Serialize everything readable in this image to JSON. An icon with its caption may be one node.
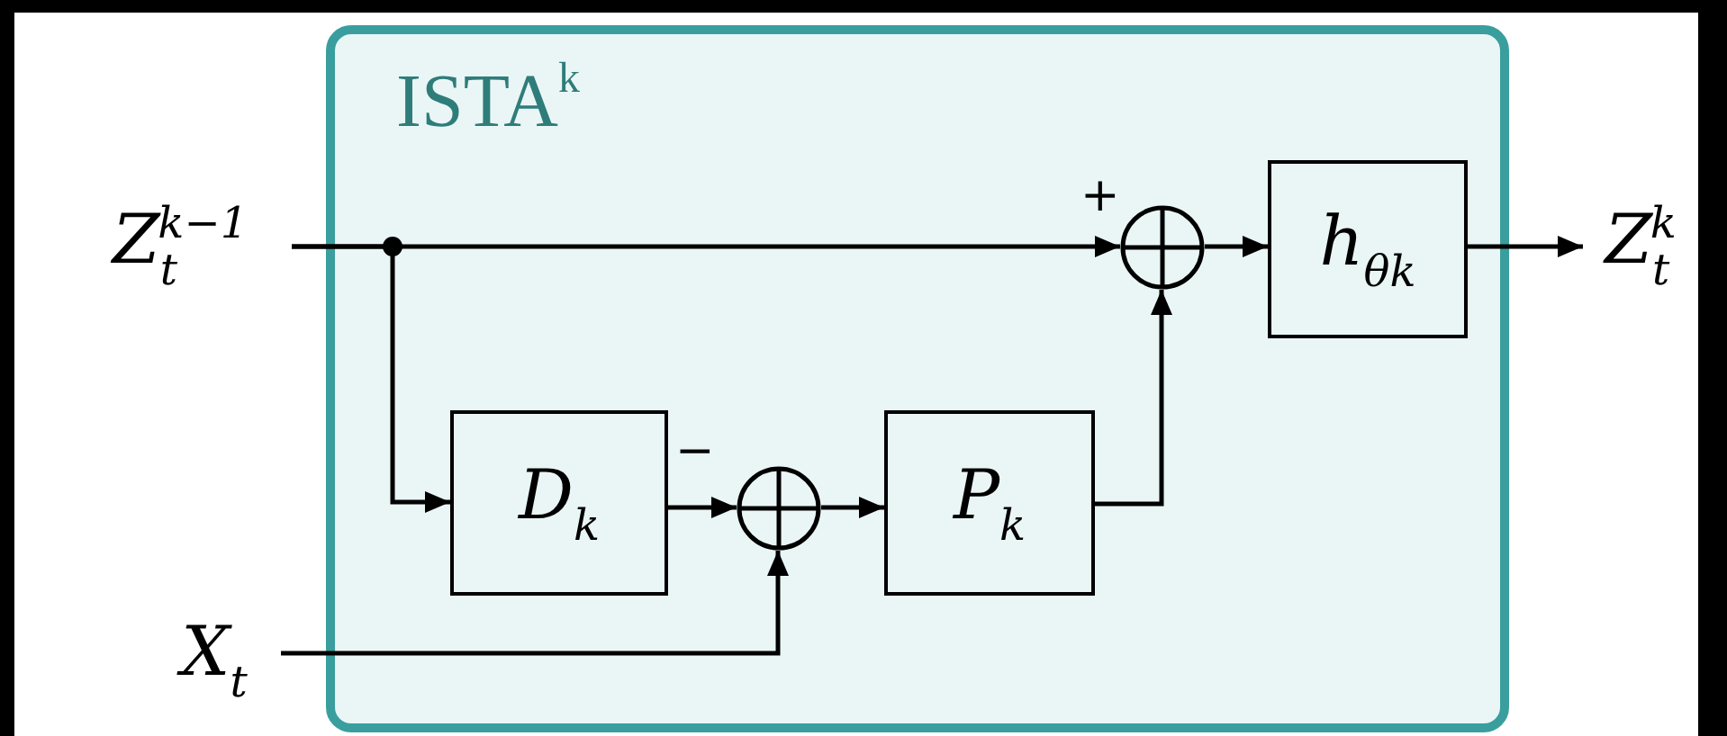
{
  "diagram": {
    "nodes": [
      {
        "text": [
          "ISTA$^{k}$"
        ]
      },
      {
        "text": [
          "Z$_{t}$$^{k−1}$"
        ]
      },
      {
        "text": [],
        "shape": "circle",
        "in": 0
      },
      {
        "text": [
          "h$_{θ}$$_{k}$"
        ],
        "in": 0
      },
      {
        "text": [
          "Z$_{t}$$^{k}$"
        ]
      },
      {
        "text": [
          "D$_{k}$"
        ],
        "in": 0
      },
      {
        "text": [],
        "shape": "circle",
        "in": 0
      },
      {
        "text": [
          "P$_{k}$"
        ],
        "in": 0
      },
      {
        "text": [
          "X$_{t}$"
        ]
      }
    ],
    "edges": [
      {
        "from": 1,
        "to": 2,
        "arrow": "to"
      },
      {
        "from": 1,
        "to": 5,
        "arrow": "to"
      },
      {
        "from": 2,
        "to": 3,
        "arrow": "to"
      },
      {
        "from": 3,
        "to": 4,
        "arrow": "to"
      },
      {
        "from": 5,
        "to": 6,
        "arrow": "to"
      },
      {
        "from": 8,
        "to": 6,
        "arrow": "to"
      },
      {
        "from": 6,
        "to": 7,
        "arrow": "to"
      },
      {
        "from": 7,
        "to": 2,
        "arrow": "to"
      }
    ],
    "labels": [
      "+",
      "−"
    ]
  }
}
